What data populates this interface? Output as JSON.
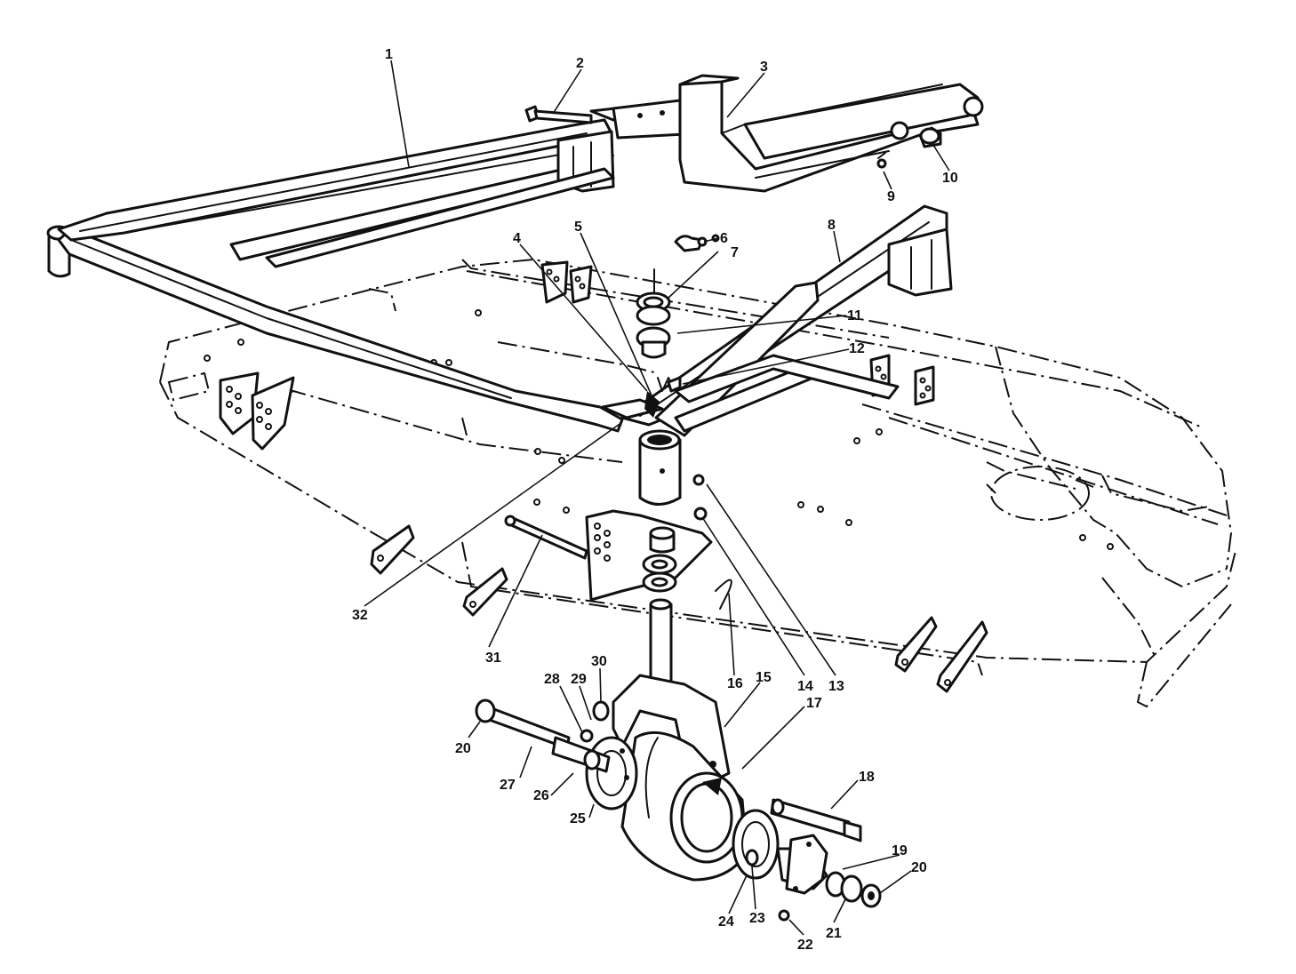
{
  "callouts": {
    "c1": "1",
    "c2": "2",
    "c3": "3",
    "c4": "4",
    "c5": "5",
    "c6": "6",
    "c7": "7",
    "c8": "8",
    "c9": "9",
    "c10": "10",
    "c11": "11",
    "c12": "12",
    "c13": "13",
    "c14": "14",
    "c15": "15",
    "c16": "16",
    "c17": "17",
    "c18": "18",
    "c19": "19",
    "c20a": "20",
    "c20b": "20",
    "c21": "21",
    "c22": "22",
    "c23": "23",
    "c24": "24",
    "c25": "25",
    "c26": "26",
    "c27": "27",
    "c28": "28",
    "c29": "29",
    "c30": "30",
    "c31": "31",
    "c32": "32"
  }
}
